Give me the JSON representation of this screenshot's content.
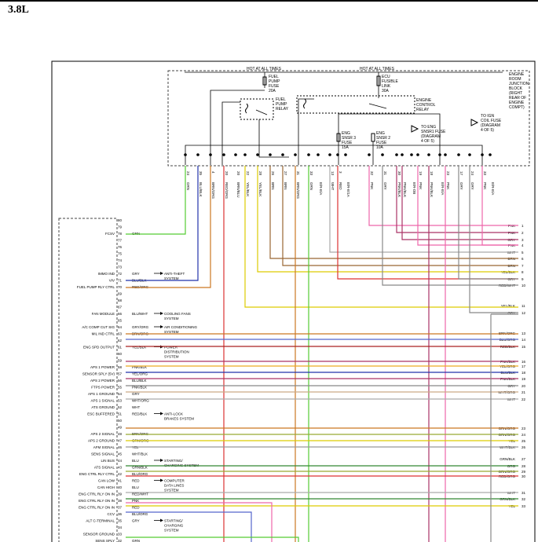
{
  "title": "3.8L",
  "junction": {
    "hot_left": "HOT AT ALL TIMES",
    "hot_right": "HOT AT ALL TIMES",
    "block_label": [
      "ENGINE",
      "ROOM",
      "JUNCTION",
      "BLOCK",
      "(RIGHT",
      "REAR OF",
      "ENGINE",
      "COMPT)"
    ],
    "fuel_pump_fuse": [
      "FUEL",
      "PUMP",
      "FUSE",
      "20A"
    ],
    "ecu_link": [
      "ECU",
      "FUSIBLE",
      "LINK",
      "30A"
    ],
    "fuel_pump_relay": [
      "FUEL",
      "PUMP",
      "RELAY"
    ],
    "engine_control_relay": [
      "ENGINE",
      "CONTROL",
      "RELAY"
    ],
    "to_ign_coil": [
      "TO IGN",
      "COIL FUSE",
      "(DIAGRAM",
      "4 OF 5)"
    ],
    "to_eng_snsr": [
      "TO ENG",
      "SNSR1 FUSE",
      "(DIAGRAM",
      "4 OF 5)"
    ],
    "eng_snsr3": [
      "ENG",
      "SNSR 3",
      "FUSE",
      "15A"
    ],
    "eng_snsr2": [
      "ENG",
      "SNSR 2",
      "FUSE",
      "10A"
    ]
  },
  "top_wires": [
    {
      "label": "GRN",
      "pin": "24",
      "color": "#55cc33"
    },
    {
      "label": "BLU/BLK",
      "pin": "35",
      "color": "#2233aa"
    },
    {
      "label": "BRN/ORG",
      "pin": "4",
      "color": "#cc7722"
    },
    {
      "label": "RED/ORG",
      "pin": "20",
      "color": "#dd3333"
    },
    {
      "label": "BRN/BLU",
      "pin": "20",
      "color": "#996633"
    },
    {
      "label": "YEL/BLK",
      "pin": "22",
      "color": "#ddcc00"
    },
    {
      "label": "YEL/BLK",
      "pin": "28",
      "color": "#ddcc00"
    },
    {
      "label": "BRN",
      "pin": "26",
      "color": "#996633"
    },
    {
      "label": "BRN",
      "pin": "27",
      "color": "#996633"
    },
    {
      "label": "BRN/ORG",
      "pin": "31",
      "color": "#cc7722"
    },
    {
      "label": "GRN",
      "pin": "33",
      "color": "#55cc33"
    },
    {
      "label": "E/R-E/A",
      "pin": "",
      "color": "#555555"
    },
    {
      "label": "WHT",
      "pin": "13",
      "color": "#aaaaaa"
    },
    {
      "label": "RED",
      "pin": "3",
      "color": "#dd3333"
    },
    {
      "label": "E/R-E/1A",
      "pin": "",
      "color": "#555555"
    },
    {
      "label": "PNK",
      "pin": "32",
      "color": "#ee66aa"
    },
    {
      "label": "GRY",
      "pin": "31",
      "color": "#888888"
    },
    {
      "label": "PNK/BLK",
      "pin": "30",
      "color": "#aa3366"
    },
    {
      "label": "PNK/BLK",
      "pin": "",
      "color": "#aa3366"
    },
    {
      "label": "E/R-DB",
      "pin": "",
      "color": "#555555"
    },
    {
      "label": "PNK",
      "pin": "19",
      "color": "#ee66aa"
    },
    {
      "label": "PNK/BLK",
      "pin": "18",
      "color": "#aa3366"
    },
    {
      "label": "E/R-E/A",
      "pin": "",
      "color": "#555555"
    },
    {
      "label": "PNK",
      "pin": "23",
      "color": "#ee66aa"
    },
    {
      "label": "GRY",
      "pin": "17",
      "color": "#888888"
    },
    {
      "label": "GRY",
      "pin": "24",
      "color": "#888888"
    },
    {
      "label": "PNK",
      "pin": "33",
      "color": "#ee66aa"
    },
    {
      "label": "E/R-E/A",
      "pin": "",
      "color": "#555555"
    }
  ],
  "module_pins": [
    {
      "pin": "80",
      "wire": "",
      "func": ""
    },
    {
      "pin": "79",
      "wire": "",
      "func": ""
    },
    {
      "pin": "78",
      "wire": "GRN",
      "func": "FCSV",
      "color": "#55cc33"
    },
    {
      "pin": "77",
      "wire": "",
      "func": ""
    },
    {
      "pin": "76",
      "wire": "",
      "func": ""
    },
    {
      "pin": "75",
      "wire": "",
      "func": ""
    },
    {
      "pin": "74",
      "wire": "",
      "func": ""
    },
    {
      "pin": "73",
      "wire": "",
      "func": ""
    },
    {
      "pin": "72",
      "wire": "GRY",
      "func": "IMMO IND",
      "color": "#888888"
    },
    {
      "pin": "71",
      "wire": "BLU/BLK",
      "func": "VIV",
      "color": "#2233aa"
    },
    {
      "pin": "70",
      "wire": "RED/ORG",
      "func": "FUEL PUMP RLY CTRL",
      "color": "#dd3333"
    },
    {
      "pin": "69",
      "wire": "",
      "func": ""
    },
    {
      "pin": "68",
      "wire": "",
      "func": ""
    },
    {
      "pin": "67",
      "wire": "",
      "func": ""
    },
    {
      "pin": "66",
      "wire": "BLU/WHT",
      "func": "FAN MODULE",
      "color": "#3366cc"
    },
    {
      "pin": "65",
      "wire": "",
      "func": ""
    },
    {
      "pin": "64",
      "wire": "GRY/ORG",
      "func": "A/C COMP CUT SIG",
      "color": "#aa8866"
    },
    {
      "pin": "63",
      "wire": "BRN/ORG",
      "func": "MIL IND CTRL",
      "color": "#cc7722"
    },
    {
      "pin": "62",
      "wire": "",
      "func": ""
    },
    {
      "pin": "61",
      "wire": "YEL/BLK",
      "func": "ENG SPD OUTPUT",
      "color": "#ddcc00"
    },
    {
      "pin": "60",
      "wire": "",
      "func": ""
    },
    {
      "pin": "59",
      "wire": "",
      "func": ""
    },
    {
      "pin": "58",
      "wire": "PNK/BLK",
      "func": "APS 1 POWER",
      "color": "#aa3366"
    },
    {
      "pin": "57",
      "wire": "YEL/ORG",
      "func": "SENSOR SPLY (5V)",
      "color": "#eeaa22"
    },
    {
      "pin": "56",
      "wire": "BLU/BLK",
      "func": "APS 2 POWER",
      "color": "#2233aa"
    },
    {
      "pin": "55",
      "wire": "PNK/BLK",
      "func": "FTPS POWER",
      "color": "#aa3366"
    },
    {
      "pin": "54",
      "wire": "GRY",
      "func": "APS 1 GROUND",
      "color": "#888888"
    },
    {
      "pin": "53",
      "wire": "WHT/ORG",
      "func": "APS 1 SIGNAL",
      "color": "#ccaa88"
    },
    {
      "pin": "52",
      "wire": "WHT",
      "func": "ATS GROUND",
      "color": "#aaaaaa"
    },
    {
      "pin": "51",
      "wire": "RED/BLK",
      "func": "ESC BUFFERED",
      "color": "#aa2222"
    },
    {
      "pin": "50",
      "wire": "",
      "func": ""
    },
    {
      "pin": "49",
      "wire": "",
      "func": ""
    },
    {
      "pin": "48",
      "wire": "BRN/ORG",
      "func": "APS 2 SIGNAL",
      "color": "#cc7722"
    },
    {
      "pin": "47",
      "wire": "GRN/ORG",
      "func": "APS 2 GROUND",
      "color": "#99aa33"
    },
    {
      "pin": "46",
      "wire": "YEL",
      "func": "AFM SIGNAL",
      "color": "#ddcc00"
    },
    {
      "pin": "45",
      "wire": "WHT/BLK",
      "func": "SENS SIGNAL",
      "color": "#999999"
    },
    {
      "pin": "44",
      "wire": "BLU",
      "func": "LIN BUS",
      "color": "#3366cc"
    },
    {
      "pin": "43",
      "wire": "GRN/BLK",
      "func": "ATS SIGNAL",
      "color": "#338833"
    },
    {
      "pin": "42",
      "wire": "BLU/ORG",
      "func": "ENG CTRL RLY CTRL",
      "color": "#5566cc"
    },
    {
      "pin": "41",
      "wire": "RED",
      "func": "CAN LOW",
      "color": "#dd3333"
    },
    {
      "pin": "40",
      "wire": "BLU",
      "func": "CAN HIGH",
      "color": "#3366cc"
    },
    {
      "pin": "39",
      "wire": "RED/WHT",
      "func": "ENG CTRL RLY ON IN",
      "color": "#dd6666"
    },
    {
      "pin": "38",
      "wire": "PNK",
      "func": "ENG CTRL RLY ON IN",
      "color": "#ee66aa"
    },
    {
      "pin": "37",
      "wire": "RED",
      "func": "ENG CTRL RLY ON IN",
      "color": "#dd3333"
    },
    {
      "pin": "36",
      "wire": "BLU/ORG",
      "func": "CCV",
      "color": "#5566cc"
    },
    {
      "pin": "35",
      "wire": "GRY",
      "func": "ALT C-TERMINAL",
      "color": "#888888"
    },
    {
      "pin": "34",
      "wire": "",
      "func": ""
    },
    {
      "pin": "33",
      "wire": "",
      "func": "SENSOR GROUND"
    },
    {
      "pin": "32",
      "wire": "GRN",
      "func": "SENS SPLY",
      "color": "#55cc33"
    }
  ],
  "systems": [
    {
      "pin": "72",
      "lines": [
        "ANTI-THEFT",
        "SYSTEM"
      ]
    },
    {
      "pin": "66",
      "lines": [
        "COOLING FANS",
        "SYSTEM"
      ]
    },
    {
      "pin": "64",
      "lines": [
        "AIR CONDITIONING",
        "SYSTEM"
      ]
    },
    {
      "pin": "61",
      "lines": [
        "POWER",
        "DISTRIBUTION",
        "SYSTEM"
      ]
    },
    {
      "pin": "51",
      "lines": [
        "ANTI-LOCK",
        "BRAKES SYSTEM"
      ]
    },
    {
      "pin": "44",
      "lines": [
        "STARTING/",
        "CHARGING SYSTEM"
      ]
    },
    {
      "pin": "41",
      "lines": [
        "COMPUTER",
        "DATA LINES",
        "SYSTEM"
      ]
    },
    {
      "pin": "35",
      "lines": [
        "STARTING/",
        "CHARGING",
        "SYSTEM"
      ]
    }
  ],
  "right_wires": [
    {
      "num": "1",
      "label": "PNK",
      "color": "#ee66aa"
    },
    {
      "num": "2",
      "label": "PNK",
      "color": "#ee66aa"
    },
    {
      "num": "3",
      "label": "GRY",
      "color": "#888888"
    },
    {
      "num": "4",
      "label": "PNK",
      "color": "#ee66aa"
    },
    {
      "num": "5",
      "label": "WHT",
      "color": "#aaaaaa"
    },
    {
      "num": "6",
      "label": "BRN",
      "color": "#996633"
    },
    {
      "num": "7",
      "label": "BRN",
      "color": "#996633"
    },
    {
      "num": "8",
      "label": "YEL/BLK",
      "color": "#ddcc00"
    },
    {
      "num": "9",
      "label": "GRY",
      "color": "#888888"
    },
    {
      "num": "10",
      "label": "RED/WHT",
      "color": "#dd6666"
    },
    {
      "num": "11",
      "label": "YEL/BLK",
      "color": "#ddcc00"
    },
    {
      "num": "12",
      "label": "GRY",
      "color": "#888888"
    },
    {
      "num": "13",
      "label": "BRN/ORG",
      "color": "#cc7722"
    },
    {
      "num": "14",
      "label": "BLU/ORG",
      "color": "#5566cc"
    },
    {
      "num": "15",
      "label": "RED/BLK",
      "color": "#aa2222"
    },
    {
      "num": "16",
      "label": "PNK/BLK",
      "color": "#aa3366"
    },
    {
      "num": "17",
      "label": "YEL/ORG",
      "color": "#eeaa22"
    },
    {
      "num": "18",
      "label": "BLU/BLK",
      "color": "#2233aa"
    },
    {
      "num": "19",
      "label": "PNK/BLK",
      "color": "#aa3366"
    },
    {
      "num": "20",
      "label": "GRY",
      "color": "#888888"
    },
    {
      "num": "21",
      "label": "WHT/ORG",
      "color": "#ccaa88"
    },
    {
      "num": "22",
      "label": "WHT",
      "color": "#aaaaaa"
    },
    {
      "num": "23",
      "label": "BRN/ORG",
      "color": "#cc7722"
    },
    {
      "num": "24",
      "label": "GRN/ORG",
      "color": "#99aa33"
    },
    {
      "num": "25",
      "label": "YEL",
      "color": "#ddcc00"
    },
    {
      "num": "26",
      "label": "WHT/BLK",
      "color": "#999999"
    },
    {
      "num": "27",
      "label": "GRN/BLK",
      "color": "#338833"
    },
    {
      "num": "28",
      "label": "ORG",
      "color": "#ee8822"
    },
    {
      "num": "29",
      "label": "GRN/ORG",
      "color": "#99aa33"
    },
    {
      "num": "30",
      "label": "RED/ORG",
      "color": "#dd3333"
    },
    {
      "num": "31",
      "label": "WHT",
      "color": "#aaaaaa"
    },
    {
      "num": "32",
      "label": "GRN/BLK",
      "color": "#338833"
    },
    {
      "num": "33",
      "label": "YEL",
      "color": "#ddcc00"
    }
  ]
}
